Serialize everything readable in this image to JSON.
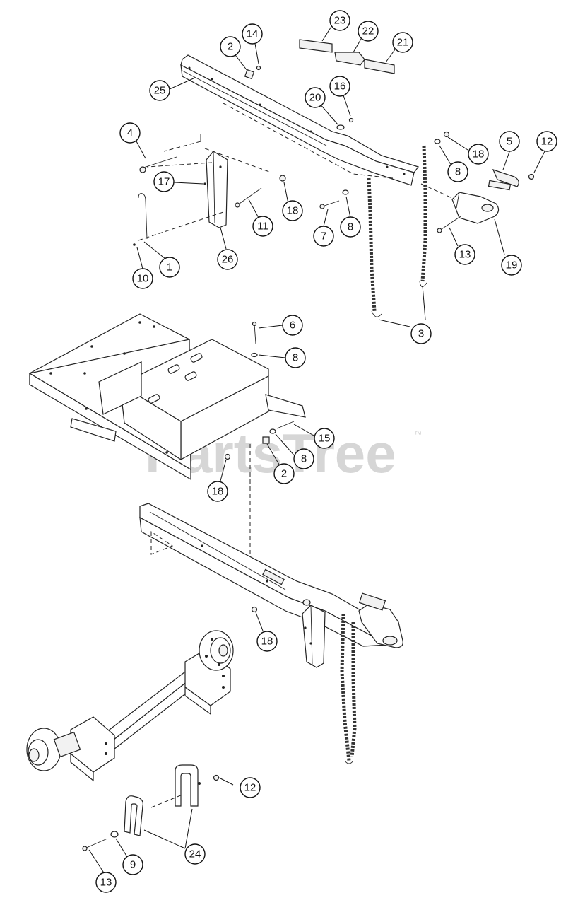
{
  "watermark": {
    "text": "PartsTree",
    "trademark": "™"
  },
  "callouts": [
    {
      "id": "c23",
      "label": "23"
    },
    {
      "id": "c22",
      "label": "22"
    },
    {
      "id": "c21",
      "label": "21"
    },
    {
      "id": "c14",
      "label": "14"
    },
    {
      "id": "c2a",
      "label": "2"
    },
    {
      "id": "c25",
      "label": "25"
    },
    {
      "id": "c20",
      "label": "20"
    },
    {
      "id": "c16",
      "label": "16"
    },
    {
      "id": "c4",
      "label": "4"
    },
    {
      "id": "c18a",
      "label": "18"
    },
    {
      "id": "c5",
      "label": "5"
    },
    {
      "id": "c12a",
      "label": "12"
    },
    {
      "id": "c8a",
      "label": "8"
    },
    {
      "id": "c17",
      "label": "17"
    },
    {
      "id": "c18b",
      "label": "18"
    },
    {
      "id": "c11",
      "label": "11"
    },
    {
      "id": "c7",
      "label": "7"
    },
    {
      "id": "c8b",
      "label": "8"
    },
    {
      "id": "c13a",
      "label": "13"
    },
    {
      "id": "c19",
      "label": "19"
    },
    {
      "id": "c10",
      "label": "10"
    },
    {
      "id": "c1",
      "label": "1"
    },
    {
      "id": "c26",
      "label": "26"
    },
    {
      "id": "c3",
      "label": "3"
    },
    {
      "id": "c6",
      "label": "6"
    },
    {
      "id": "c8c",
      "label": "8"
    },
    {
      "id": "c15",
      "label": "15"
    },
    {
      "id": "c8d",
      "label": "8"
    },
    {
      "id": "c2b",
      "label": "2"
    },
    {
      "id": "c18c",
      "label": "18"
    },
    {
      "id": "c18d",
      "label": "18"
    },
    {
      "id": "c12b",
      "label": "12"
    },
    {
      "id": "c9",
      "label": "9"
    },
    {
      "id": "c24",
      "label": "24"
    },
    {
      "id": "c13b",
      "label": "13"
    }
  ]
}
